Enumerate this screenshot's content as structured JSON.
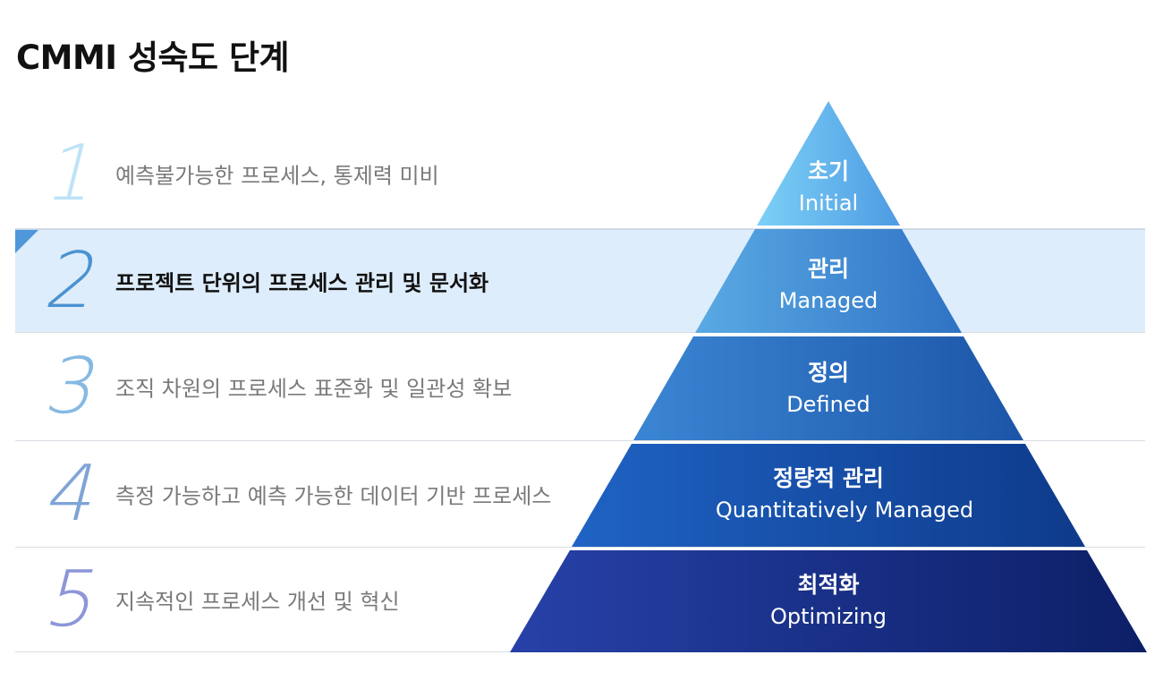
{
  "page": {
    "title": "CMMI 성숙도 단계"
  },
  "levels": [
    {
      "number": "1",
      "description": "예측불가능한 프로세스, 통제력 미비",
      "active": false,
      "number_color": "#bde3f7"
    },
    {
      "number": "2",
      "description": "프로젝트 단위의 프로세스 관리 및 문서화",
      "active": true,
      "number_color": "#4a93d2"
    },
    {
      "number": "3",
      "description": "조직 차원의 프로세스 표준화 및 일관성 확보",
      "active": false,
      "number_color": "#86b9e2"
    },
    {
      "number": "4",
      "description": "측정 가능하고 예측 가능한 데이터 기반 프로세스",
      "active": false,
      "number_color": "#7fa4d6"
    },
    {
      "number": "5",
      "description": "지속적인 프로세스 개선 및 혁신",
      "active": false,
      "number_color": "#8c96d8"
    }
  ],
  "pyramid": {
    "tiers": [
      {
        "name_ko": "초기",
        "name_en": "Initial",
        "color_start": "#7cd0f6",
        "color_end": "#4e9be3"
      },
      {
        "name_ko": "관리",
        "name_en": "Managed",
        "color_start": "#5aaae4",
        "color_end": "#2f72c4"
      },
      {
        "name_ko": "정의",
        "name_en": "Defined",
        "color_start": "#3b86d4",
        "color_end": "#1c55a8"
      },
      {
        "name_ko": "정량적 관리",
        "name_en": "Quantitatively Managed",
        "color_start": "#1f63c4",
        "color_end": "#0e3a8a"
      },
      {
        "name_ko": "최적화",
        "name_en": "Optimizing",
        "color_start": "#2741a8",
        "color_end": "#0c1f66"
      }
    ]
  }
}
